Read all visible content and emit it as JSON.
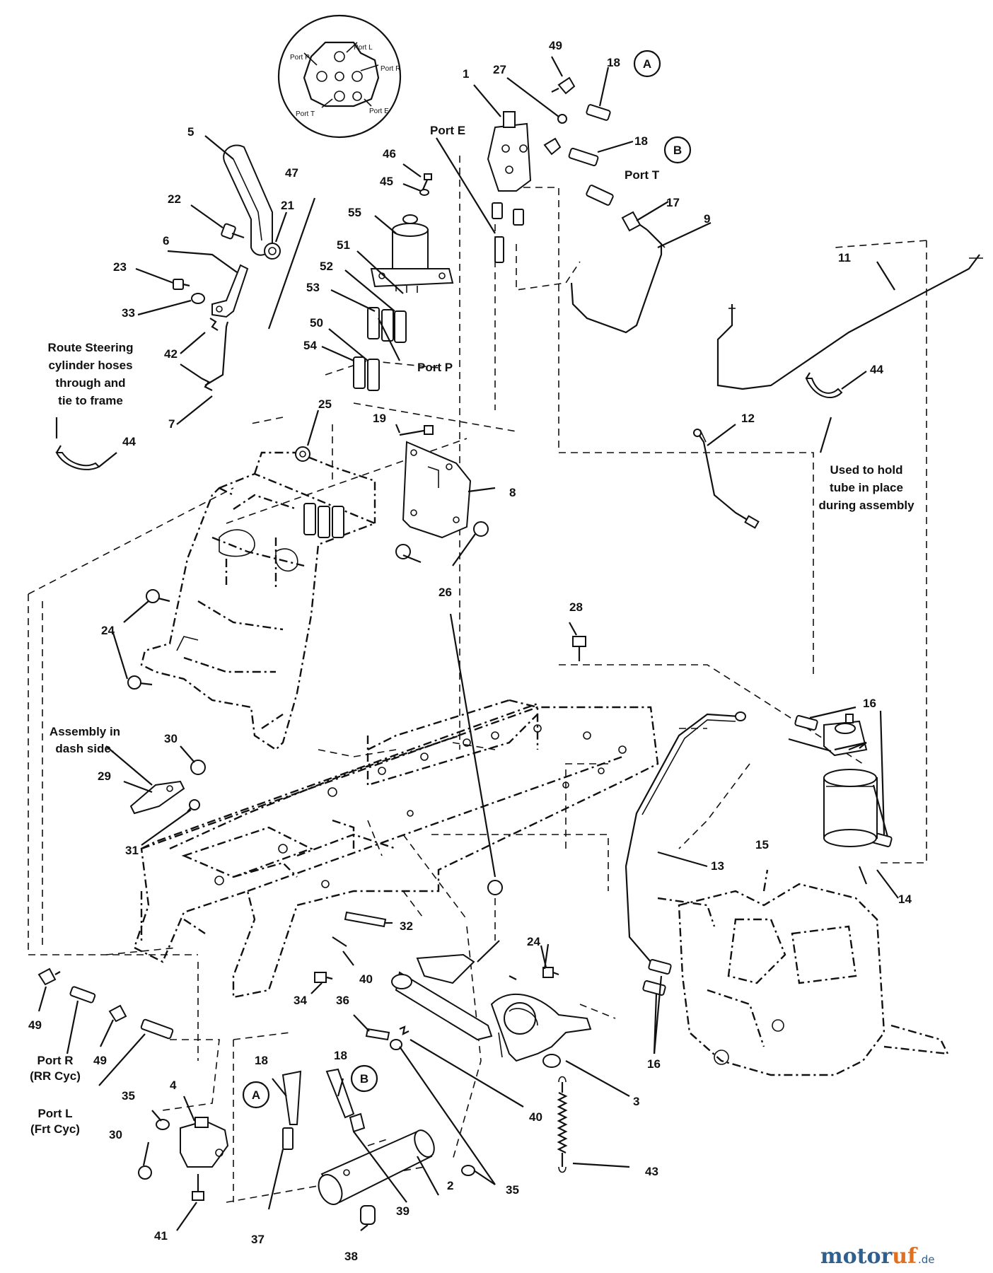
{
  "labels": [
    {
      "id": "1",
      "text": "1"
    },
    {
      "id": "2",
      "text": "2"
    },
    {
      "id": "3",
      "text": "3"
    },
    {
      "id": "4",
      "text": "4"
    },
    {
      "id": "5",
      "text": "5"
    },
    {
      "id": "6",
      "text": "6"
    },
    {
      "id": "7",
      "text": "7"
    },
    {
      "id": "8",
      "text": "8"
    },
    {
      "id": "9",
      "text": "9"
    },
    {
      "id": "11",
      "text": "11"
    },
    {
      "id": "12",
      "text": "12"
    },
    {
      "id": "13",
      "text": "13"
    },
    {
      "id": "14",
      "text": "14"
    },
    {
      "id": "15",
      "text": "15"
    },
    {
      "id": "16a",
      "text": "16"
    },
    {
      "id": "16b",
      "text": "16"
    },
    {
      "id": "17",
      "text": "17"
    },
    {
      "id": "18a",
      "text": "18"
    },
    {
      "id": "18b",
      "text": "18"
    },
    {
      "id": "18c",
      "text": "18"
    },
    {
      "id": "18d",
      "text": "18"
    },
    {
      "id": "19",
      "text": "19"
    },
    {
      "id": "21",
      "text": "21"
    },
    {
      "id": "22",
      "text": "22"
    },
    {
      "id": "23",
      "text": "23"
    },
    {
      "id": "24a",
      "text": "24"
    },
    {
      "id": "24b",
      "text": "24"
    },
    {
      "id": "25",
      "text": "25"
    },
    {
      "id": "26",
      "text": "26"
    },
    {
      "id": "27",
      "text": "27"
    },
    {
      "id": "28",
      "text": "28"
    },
    {
      "id": "29",
      "text": "29"
    },
    {
      "id": "30a",
      "text": "30"
    },
    {
      "id": "30b",
      "text": "30"
    },
    {
      "id": "31",
      "text": "31"
    },
    {
      "id": "32",
      "text": "32"
    },
    {
      "id": "33",
      "text": "33"
    },
    {
      "id": "34",
      "text": "34"
    },
    {
      "id": "35a",
      "text": "35"
    },
    {
      "id": "35b",
      "text": "35"
    },
    {
      "id": "36",
      "text": "36"
    },
    {
      "id": "37",
      "text": "37"
    },
    {
      "id": "38",
      "text": "38"
    },
    {
      "id": "39",
      "text": "39"
    },
    {
      "id": "40a",
      "text": "40"
    },
    {
      "id": "40b",
      "text": "40"
    },
    {
      "id": "41",
      "text": "41"
    },
    {
      "id": "42",
      "text": "42"
    },
    {
      "id": "43",
      "text": "43"
    },
    {
      "id": "44a",
      "text": "44"
    },
    {
      "id": "44b",
      "text": "44"
    },
    {
      "id": "45",
      "text": "45"
    },
    {
      "id": "46",
      "text": "46"
    },
    {
      "id": "47",
      "text": "47"
    },
    {
      "id": "49a",
      "text": "49"
    },
    {
      "id": "49b",
      "text": "49"
    },
    {
      "id": "49c",
      "text": "49"
    },
    {
      "id": "50",
      "text": "50"
    },
    {
      "id": "51",
      "text": "51"
    },
    {
      "id": "52",
      "text": "52"
    },
    {
      "id": "53",
      "text": "53"
    },
    {
      "id": "54",
      "text": "54"
    },
    {
      "id": "55",
      "text": "55"
    }
  ],
  "circle_tags": {
    "a1": "A",
    "b1": "B",
    "a2": "A",
    "b2": "B"
  },
  "port_labels": {
    "port_e": "Port E",
    "port_t": "Port T",
    "port_p": "Port P",
    "port_r_line1": "Port R",
    "port_r_line2": "(RR Cyc)",
    "port_l_line1": "Port L",
    "port_l_line2": "(Frt Cyc)"
  },
  "detail_ports": {
    "p": "Port P",
    "l": "Port L",
    "r": "Port R",
    "t": "Port T",
    "e": "Port E"
  },
  "notes": {
    "route_1": "Route Steering",
    "route_2": "cylinder hoses",
    "route_3": "through and",
    "route_4": "tie to frame",
    "used_1": "Used to hold",
    "used_2": "tube in place",
    "used_3": "during assembly",
    "asm_1": "Assembly in",
    "asm_2": "dash side."
  },
  "watermark": {
    "part1": "motor",
    "part2": "uf",
    "part3": ".de"
  },
  "colors": {
    "line": "#111111",
    "watermark_blue": "#2f5f8f",
    "watermark_orange": "#e07020"
  }
}
